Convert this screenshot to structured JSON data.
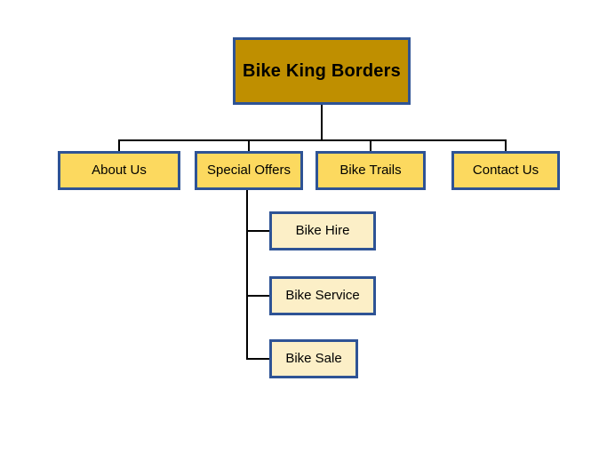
{
  "diagram": {
    "title_node": {
      "label": "Bike King Borders",
      "fill": "#BF8F00",
      "border": "#2E5395"
    },
    "level2_fill": "#FCD95F",
    "level3_fill": "#FCEFC7",
    "border_color": "#2E5395",
    "connector_color": "#000000",
    "background": "#FFFFFF",
    "level2": [
      {
        "label": "About Us"
      },
      {
        "label": "Special Offers"
      },
      {
        "label": "Bike Trails"
      },
      {
        "label": "Contact Us"
      }
    ],
    "level3": [
      {
        "label": "Bike Hire"
      },
      {
        "label": "Bike Service"
      },
      {
        "label": "Bike Sale"
      }
    ]
  }
}
